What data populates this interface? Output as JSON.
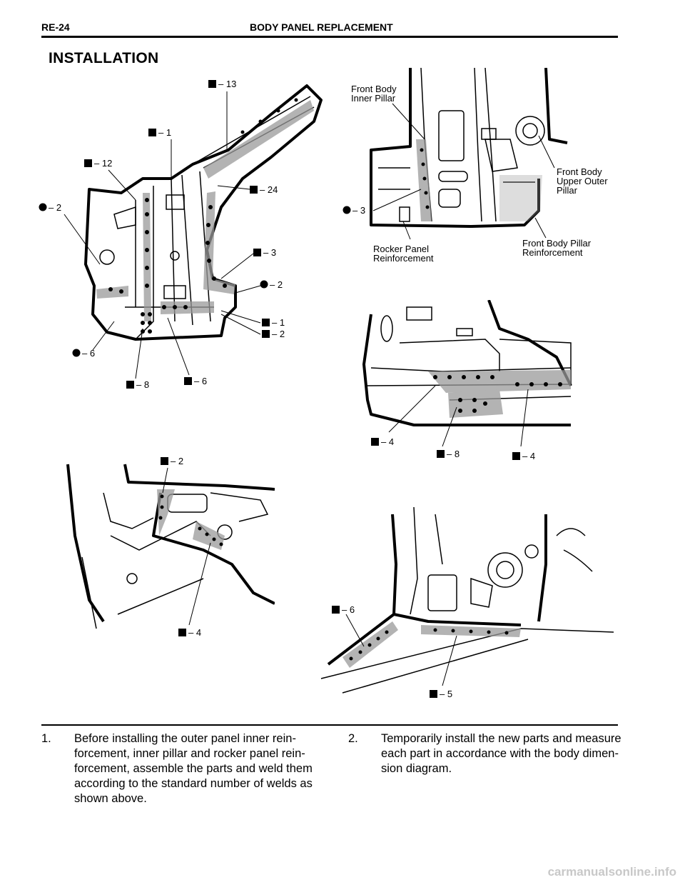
{
  "header": {
    "page_code": "RE-24",
    "title": "BODY PANEL REPLACEMENT"
  },
  "section_title": "INSTALLATION",
  "figure1": {
    "marks": [
      "– 13",
      "– 1",
      "– 12",
      "– 24",
      "– 2",
      "– 3",
      "– 2",
      "– 1",
      "– 2",
      "– 6",
      "– 8",
      "– 6"
    ]
  },
  "figure2": {
    "labels": {
      "inner_pillar": "Front Body\nInner Pillar",
      "upper_outer_pillar": "Front Body\nUpper Outer\nPillar",
      "rocker_reinf": "Rocker Panel\nReinforcement",
      "pillar_reinf": "Front Body Pillar\nReinforcement"
    },
    "marks": [
      "– 3"
    ]
  },
  "figure3": {
    "marks": [
      "– 4",
      "– 8",
      "– 4"
    ]
  },
  "figure4": {
    "marks": [
      "– 2",
      "– 4"
    ]
  },
  "figure5": {
    "marks": [
      "– 6",
      "– 5"
    ]
  },
  "steps": [
    {
      "number": "1.",
      "text": "Before installing the outer panel inner rein-\nforcement, inner pillar and rocker panel rein-\nforcement, assemble the parts and weld them\naccording to the standard number of welds as\nshown above."
    },
    {
      "number": "2.",
      "text": "Temporarily install the new parts and measure\neach part in accordance with the body dimen-\nsion diagram."
    }
  ],
  "watermark": "carmanualsonline.info"
}
